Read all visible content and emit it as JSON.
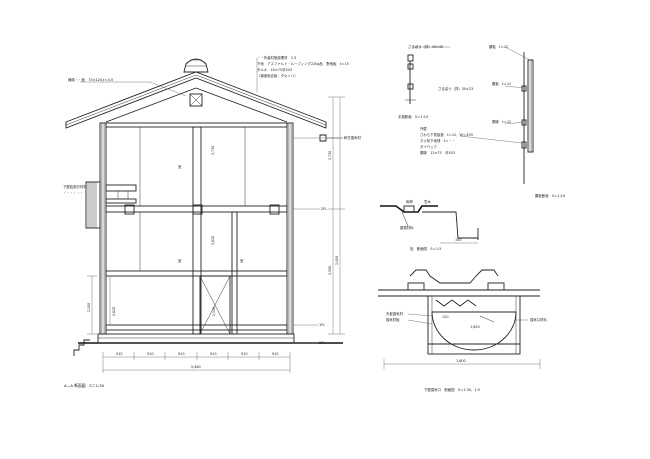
{
  "section": {
    "title": "A―A 断面図　S＝1:30",
    "roof_note_lines": [
      "・・外装材施設業材　1.5",
      "下地　アスファルト・ルーフィング22kg品　野地板　t＝15",
      "タルキ　45×75＠303",
      "（構造用合板：ダキンバ）"
    ],
    "left_note_lines": [
      "棟換・・板　75×120,t＝4.5"
    ],
    "left_note2_lines": [
      "下屋庇部分材料",
      "・・・・・・"
    ],
    "right_label_1": "軒先換気材",
    "right_label_2": "2FL",
    "right_label_3": "1FL",
    "right_label_4": "1FL",
    "room_label_1": "室",
    "room_label_2": "室",
    "room_label_3": "室",
    "bottom_dims": [
      "910",
      "910",
      "910",
      "910",
      "910",
      "910"
    ],
    "total_dim": "5,460",
    "right_dims": [
      "2,730",
      "2,400",
      "2,550"
    ],
    "left_dims": [
      "2,100",
      "2,620"
    ],
    "inner_dims": [
      "2,730",
      "1,820",
      "2,130"
    ]
  },
  "detail_top": {
    "label_a": "さるぼう（詳）45×45",
    "label_b": "さるぼう（詳）30×23",
    "caption": "手摺断面　S＝1:10",
    "note_lines": [
      "外壁",
      "さわら下見板張　t＝12，W＝303",
      "ネジ状下地桟　t＝・・",
      "タイベック",
      "胴縁　12×75　＠303"
    ],
    "label_right_1": "腰板　t＝12",
    "label_right_2": "腰板　t＝12",
    "label_right_3": "胴縁　t＝12",
    "caption_right": "腰板断面　S＝1:10"
  },
  "detail_mid": {
    "caption": "庇　断面図　S＝1:5",
    "label_1": "雨押",
    "label_2": "笠木",
    "label_3": "屋根材料",
    "dim": "150"
  },
  "detail_bottom": {
    "caption": "下屋換気口　断面図　S＝1:30，1:5",
    "label_1": "天板換気材",
    "label_2": "換気材板",
    "label_3": "換気口材料",
    "dim_1": "1,620",
    "dim_2": "1,600",
    "dim_3": "120"
  }
}
